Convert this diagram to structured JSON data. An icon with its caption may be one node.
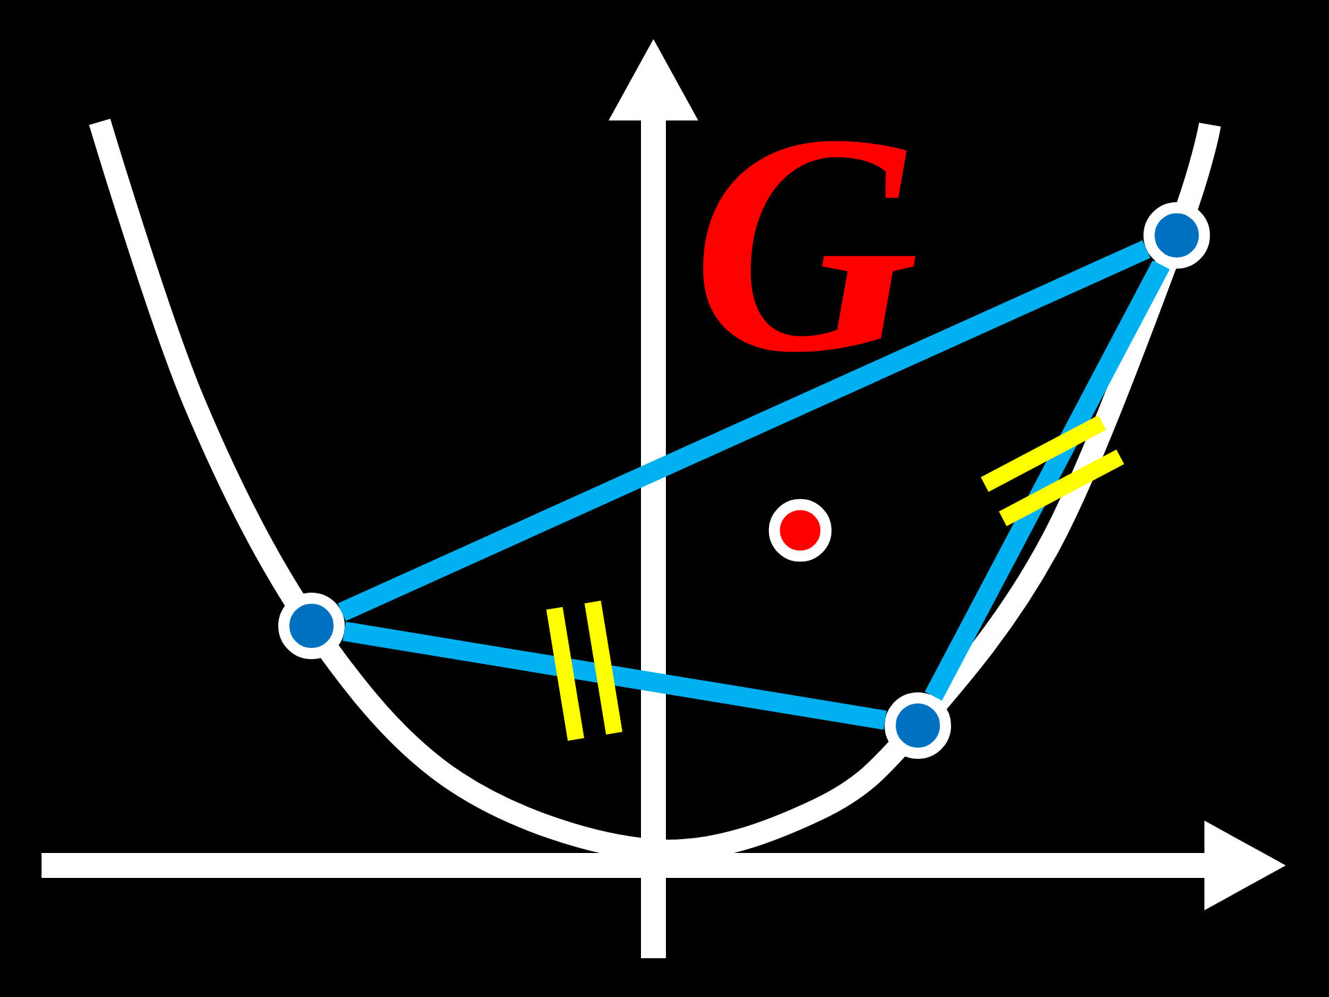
{
  "diagram": {
    "nodes": [
      {
        "text": [],
        "shape": "circle"
      },
      {
        "text": [],
        "shape": "circle"
      },
      {
        "text": [],
        "shape": "circle"
      },
      {
        "text": [],
        "shape": "circle"
      }
    ],
    "edges": [
      {
        "from": 2,
        "to": 0,
        "arrow": "none"
      },
      {
        "from": 2,
        "to": 3,
        "arrow": "none"
      },
      {
        "from": 3,
        "to": 0,
        "arrow": "none"
      }
    ],
    "labels": [
      "G"
    ]
  }
}
